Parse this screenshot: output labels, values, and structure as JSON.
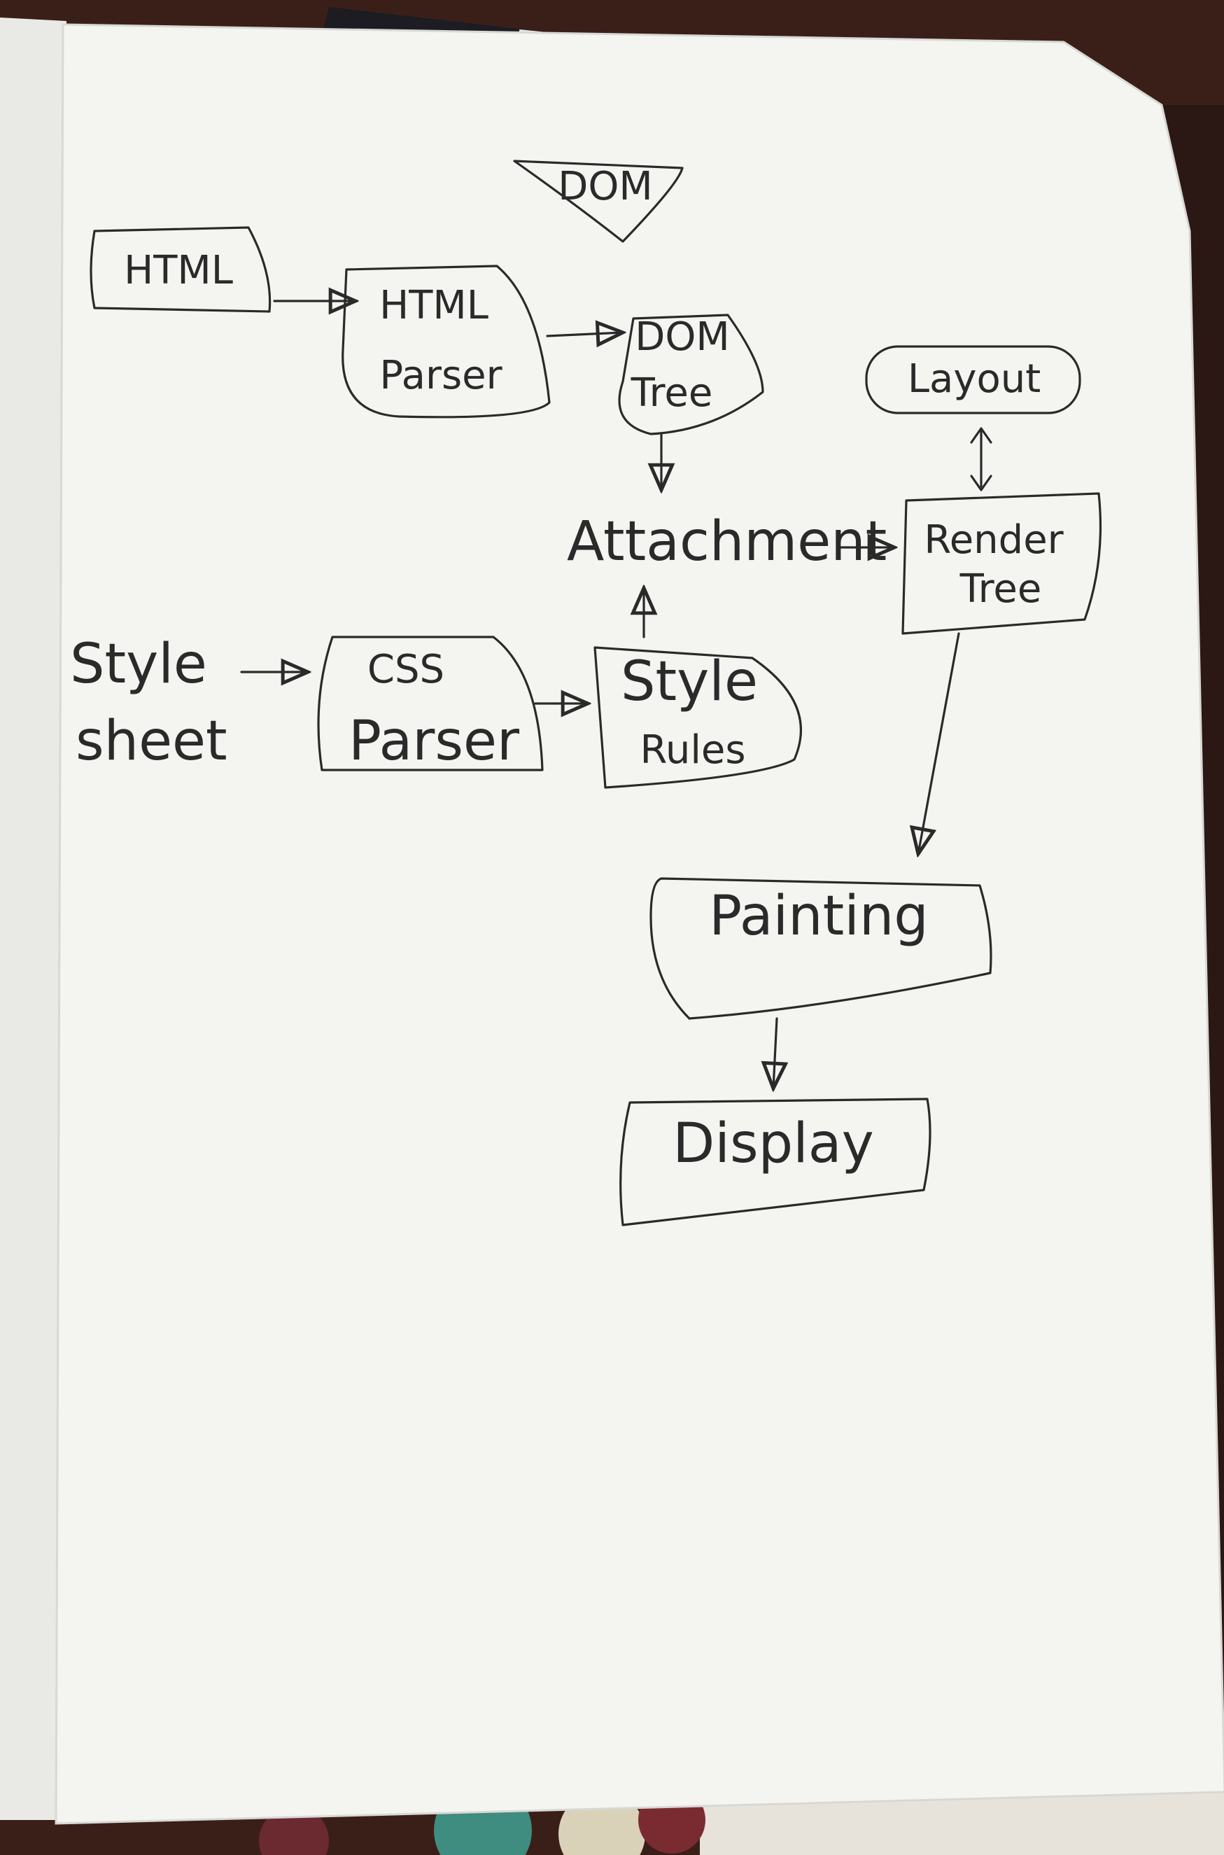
{
  "diagram": {
    "title": "DOM",
    "nodes": {
      "html": "HTML",
      "html_parser": [
        "HTML",
        "Parser"
      ],
      "dom_tree": [
        "DOM",
        "Tree"
      ],
      "layout": "Layout",
      "attachment": "Attachment",
      "render_tree": [
        "Render",
        "Tree"
      ],
      "style_sheet": [
        "Style",
        "sheet"
      ],
      "css_parser": [
        "CSS",
        "Parser"
      ],
      "style_rules": [
        "Style",
        "Rules"
      ],
      "painting": "Painting",
      "display": "Display"
    },
    "edges": [
      [
        "HTML",
        "HTML Parser"
      ],
      [
        "HTML Parser",
        "DOM Tree"
      ],
      [
        "DOM Tree",
        "Attachment"
      ],
      [
        "Style Rules",
        "Attachment"
      ],
      [
        "Attachment",
        "Render Tree"
      ],
      [
        "Layout",
        "Render Tree"
      ],
      [
        "Style sheet",
        "CSS Parser"
      ],
      [
        "CSS Parser",
        "Style Rules"
      ],
      [
        "Render Tree",
        "Painting"
      ],
      [
        "Painting",
        "Display"
      ]
    ]
  },
  "colors": {
    "paper": "#f4f4f1",
    "ink": "#2a2a2a",
    "table": "#3a1f18"
  }
}
